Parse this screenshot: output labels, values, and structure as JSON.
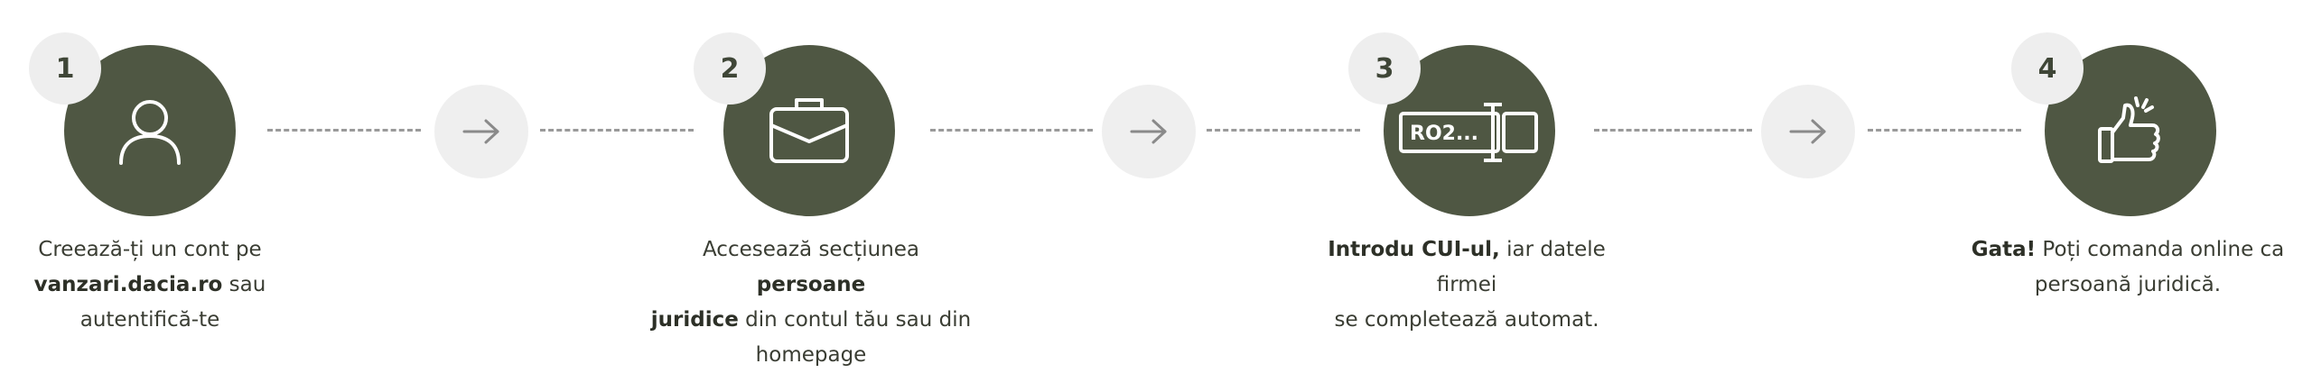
{
  "steps": [
    {
      "number": "1",
      "icon": "user-icon",
      "caption": {
        "line1": "Creează-ți un cont pe",
        "line2_bold": "vanzari.dacia.ro",
        "line2_rest": " sau",
        "line3": "autentifică-te"
      }
    },
    {
      "number": "2",
      "icon": "briefcase-icon",
      "caption": {
        "line1_pre": "Accesează secțiunea ",
        "line1_bold": "persoane",
        "line2_bold": "juridice",
        "line2_rest": " din contul tău sau din",
        "line3": "homepage"
      }
    },
    {
      "number": "3",
      "icon": "id-field-icon",
      "icon_text": "RO2...",
      "caption": {
        "line1_bold": "Introdu CUI-ul,",
        "line1_rest": " iar datele firmei",
        "line2": "se completează automat."
      }
    },
    {
      "number": "4",
      "icon": "thumbs-up-icon",
      "caption": {
        "line1_bold": "Gata!",
        "line1_rest": " Poți comanda online ca",
        "line2": "persoană juridică."
      }
    }
  ],
  "colors": {
    "step_circle": "#4f5743",
    "badge_bg": "#eeeeee",
    "arrow_bg": "#efefef",
    "dash": "#9a9a9a"
  }
}
